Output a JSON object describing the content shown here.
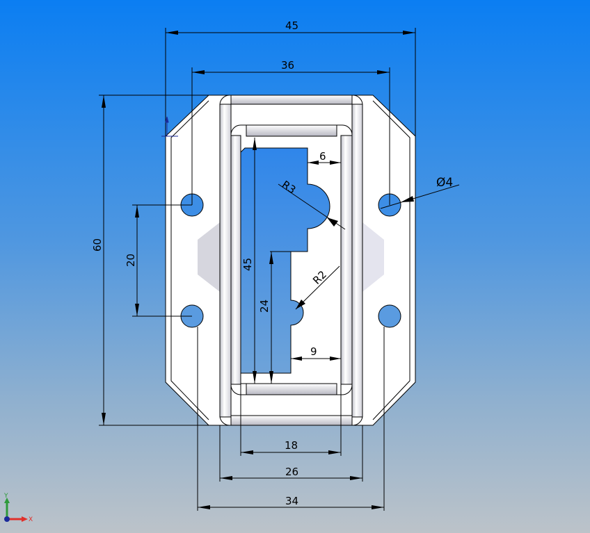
{
  "drawing": {
    "dimensions": {
      "overall_width": "45",
      "hole_spacing_x": "36",
      "overall_height": "60",
      "hole_spacing_y": "20",
      "slot_height": "45",
      "lower_slot_height": "24",
      "upper_notch_width": "6",
      "lower_notch_width": "9",
      "upper_radius": "R3",
      "lower_radius": "R2",
      "hole_diameter": "Ø4",
      "slot_width": "18",
      "frame_width": "26",
      "base_width": "34"
    },
    "triad": {
      "x_label": "X",
      "y_label": "Y"
    },
    "colors": {
      "part_face": "#ffffff",
      "cutout": "#4a90e2",
      "axis_x": "#e0302a",
      "axis_y": "#2e9a3a",
      "origin": "#1a2a9a"
    }
  }
}
